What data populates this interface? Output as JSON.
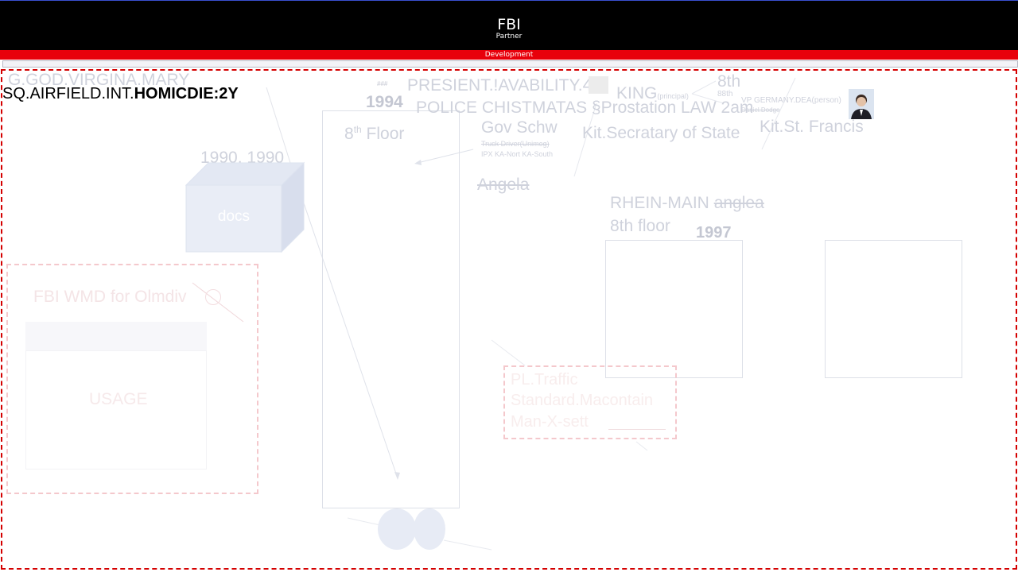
{
  "header": {
    "title": "FBI",
    "subtitle": "Partner"
  },
  "banner": {
    "label": "Development"
  },
  "headline": {
    "prefix": "SQ.AIRFIELD.INT.",
    "bold": "HOMICDIE:2Y"
  },
  "labels": {
    "god_virgina": "G.GOD.VIRGINA.MARY",
    "year_1990": "1990, 1990",
    "docs": "docs",
    "year_1994": "1994",
    "tiny_1994": "###",
    "floor_8th_sup": "th",
    "floor_8th_num": "8",
    "floor_8th_word": " Floor",
    "president": "PRESIENT.!AVABILITY.41",
    "police": "POLICE CHISTMATAS §Prostation LAW 2am",
    "gov": "Gov Schw",
    "truck_driver": "Truck Driver(Unimog)",
    "ipx": "IPX KA-Nort KA-South",
    "angela": "Angela",
    "king": "KING",
    "king_sub": "(principal)",
    "eighth": "8th",
    "eighth_small": "88th",
    "vp_germany": "VP GERMANY.DEA(person)",
    "vp_sub": "Daniel.Dodge",
    "kit_secretary": "Kit.Secratary of State",
    "kit_francis": "Kit.St. Francis",
    "rhein_main": "RHEIN-MAIN",
    "rhein_strike": "anglea",
    "floor_8th_lower": "8th floor",
    "year_1997": "1997",
    "fbi_wmd": "FBI WMD for Olmdiv",
    "usage": "USAGE",
    "pink2_line1": "PL.Traffic",
    "pink2_line2": "Standard.Macontain",
    "pink2_line3": "Man-X-sett"
  },
  "colors": {
    "header_bg": "#000000",
    "banner": "#e8000b",
    "frame": "#d40000"
  }
}
